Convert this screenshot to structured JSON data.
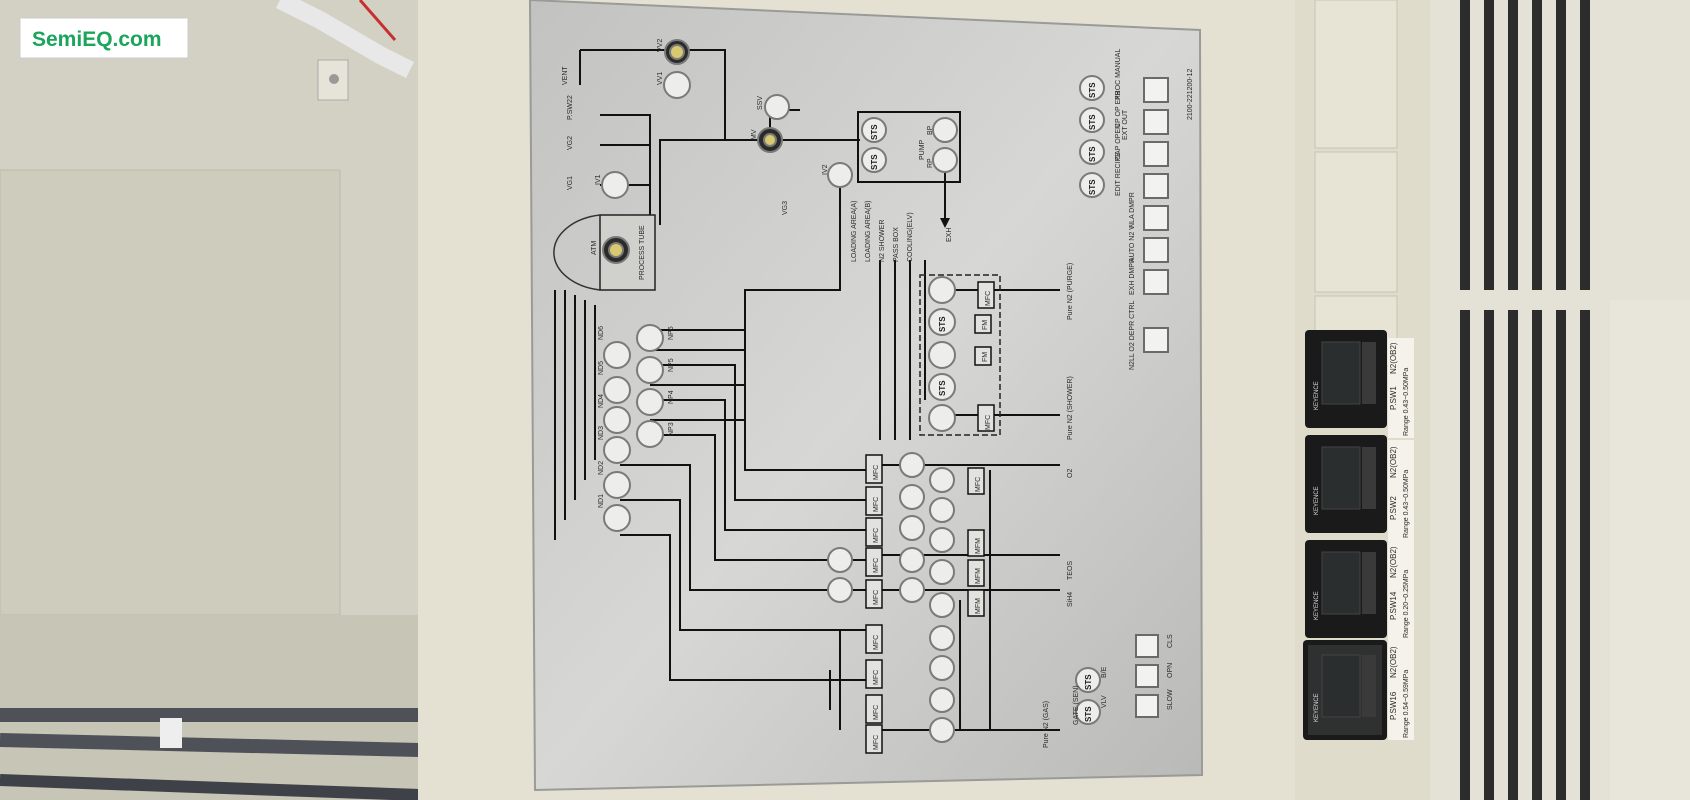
{
  "watermark": "SemiEQ.com",
  "panel": {
    "part_number": "2100-221200-12",
    "labels": {
      "vent": "VENT",
      "vv2": "VV2",
      "vv1": "VV1",
      "psw22": "P.SW22",
      "vg2": "VG2",
      "vg1": "VG1",
      "vg3": "VG3",
      "iv1": "IV1",
      "ssv": "SSV",
      "mv": "MV",
      "iv2": "IV2",
      "atm": "ATM",
      "process_tube": "PROCESS TUBE",
      "pump": "PUMP",
      "bp": "BP",
      "rp": "RP",
      "exh": "EXH",
      "loading_a": "LOADING AREA(A)",
      "loading_b": "LOADING AREA(B)",
      "n2_shower": "N2 SHOWER",
      "pass_box": "PASS BOX",
      "cooling": "COOLING(ELV)",
      "pure_n2_purge": "Pure N2 (PURGE)",
      "pure_n2_shower": "Pure N2 (SHOWER)",
      "o2": "O2",
      "si_h4_top": "TEOS",
      "si_h4": "SiH4",
      "pure_n2_gas": "Pure N2 (GAS)",
      "mfc": "MFC",
      "mfm": "MFM",
      "fm": "FM",
      "sts": "STS",
      "nd": [
        "ND1",
        "ND2",
        "ND3",
        "ND4",
        "ND5",
        "ND6"
      ],
      "np": [
        "NP3",
        "NP4",
        "NP5",
        "NP6"
      ],
      "buttons_right": [
        "EDIT RECIPE",
        "CAP OPEN",
        "CP OP EXB",
        "PROC MANUAL"
      ],
      "ext_out": "EXT OUT",
      "n2a": [
        "NLA DMPR",
        "AUTO N2 V",
        "EXH DMPR"
      ],
      "n2ll": "N2LL O2 DEPR CTRL",
      "bottom_btns": [
        "CLS",
        "OPN",
        "SLOW"
      ],
      "bottom_left": [
        "B/E",
        "VLV"
      ],
      "bottom_cap": "GATE (SEN)"
    }
  },
  "pressure_switches": [
    {
      "title": "P.SW1",
      "gas": "N2(OB2)",
      "range": "Range 0.43~0.50MPa"
    },
    {
      "title": "P.SW2",
      "gas": "N2(OB2)",
      "range": "Range 0.43~0.50MPa"
    },
    {
      "title": "P.SW14",
      "gas": "N2(OB2)",
      "range": "Range 0.20~0.25MPa"
    },
    {
      "title": "P.SW16",
      "gas": "N2(OB2)",
      "range": "Range 0.54~0.59MPa"
    }
  ],
  "brand": "KEYENCE"
}
